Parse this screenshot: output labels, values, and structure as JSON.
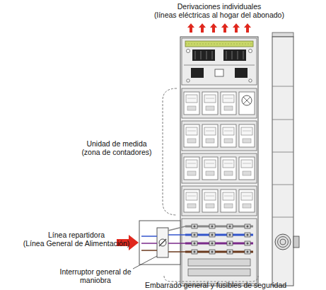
{
  "diagram": {
    "labels": [
      "Derivaciones individuales",
      "(líneas eléctricas al hogar del abonado)",
      "Unidad de medida",
      "(zona de contadores)",
      "Línea repartidora",
      "(Línea General de Alimentación)",
      "Interruptor general de maniobra",
      "Embarrado general y fusibles de seguridad"
    ]
  }
}
